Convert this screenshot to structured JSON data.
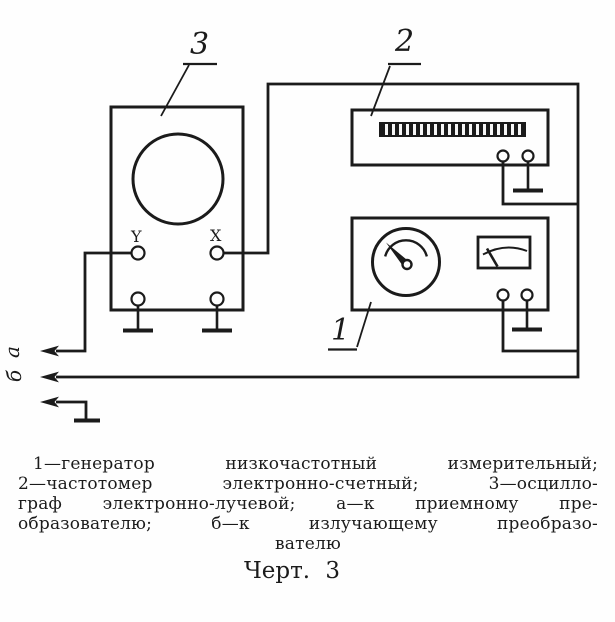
{
  "colors": {
    "ink": "#1b1b1b",
    "paper": "#fefefe"
  },
  "diagram": {
    "callouts": {
      "oscilloscope": "3",
      "counter": "2",
      "generator": "1"
    },
    "terminals": {
      "y": "Y",
      "x": "X"
    },
    "wires": {
      "a": "а",
      "b": "б"
    }
  },
  "caption": {
    "lines": [
      "1—генератор низкочастотный измерительный;",
      "2—частотомер электронно-счетный; 3—осцилло-",
      "граф электронно-лучевой; а—к приемному пре-",
      "образователю; б—к излучающему преобразо-",
      "вателю"
    ],
    "figure_title": "Черт. 3"
  }
}
